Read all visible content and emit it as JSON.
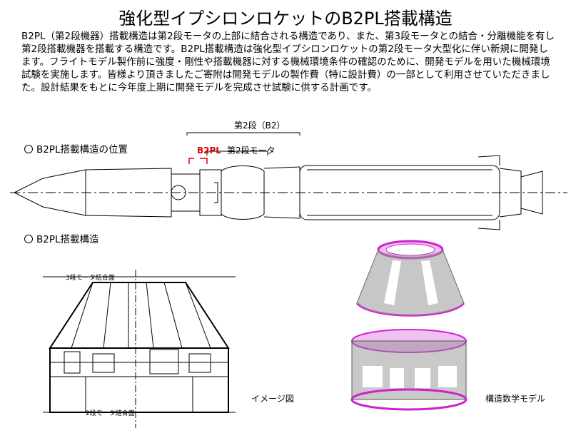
{
  "title": "強化型イプシロンロケットのB2PL搭載構造",
  "paragraph": "B2PL（第2段機器）搭載構造は第2段モータの上部に結合される構造であり、また、第3段モータとの結合・分離機能を有し第2段搭載機器を搭載する構造です。B2PL搭載構造は強化型イプシロンロケットの第2段モータ大型化に伴い新規に開発します。フライトモデル製作前に強度・剛性や搭載機器に対する機械環境条件の確認のために、開発モデルを用いた機械環境試験を実施します。皆様より頂きましたご寄附は開発モデルの製作費（特に設計費）の一部として利用させていただきました。設計結果をもとに今年度上期に開発モデルを完成させ試験に供する計画です。",
  "section1": "B2PL搭載構造の位置",
  "section2": "B2PL搭載構造",
  "stage_label": "第2段（B2）",
  "b2pl_label": "B2PL",
  "motor_label": "第2段モータ",
  "stage3_interface": "3段モータ結合面",
  "stage2_interface": "2段モータ結合面",
  "image_caption": "イメージ図",
  "model_caption": "構造数学モデル",
  "colors": {
    "accent_red": "#e00000",
    "mesh_magenta": "#d020d0"
  }
}
